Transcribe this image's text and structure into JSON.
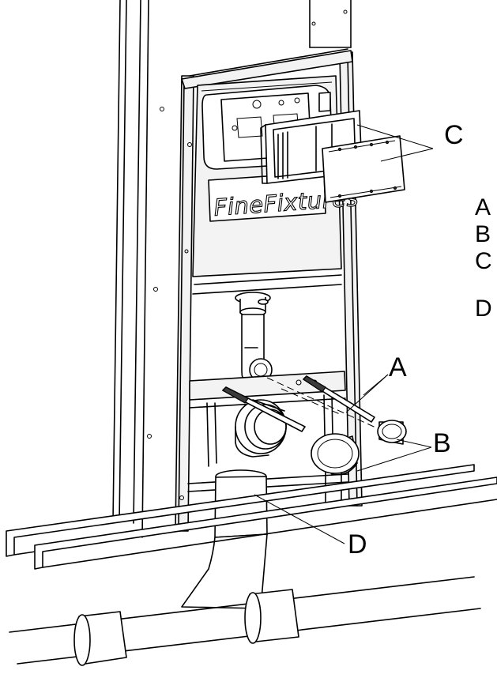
{
  "brand": "FineFixtures",
  "callouts": [
    {
      "id": "C",
      "label": "C"
    },
    {
      "id": "A",
      "label": "A"
    },
    {
      "id": "B",
      "label": "B"
    },
    {
      "id": "D",
      "label": "D"
    }
  ],
  "legend": [
    "A",
    "B",
    "C",
    "D"
  ]
}
